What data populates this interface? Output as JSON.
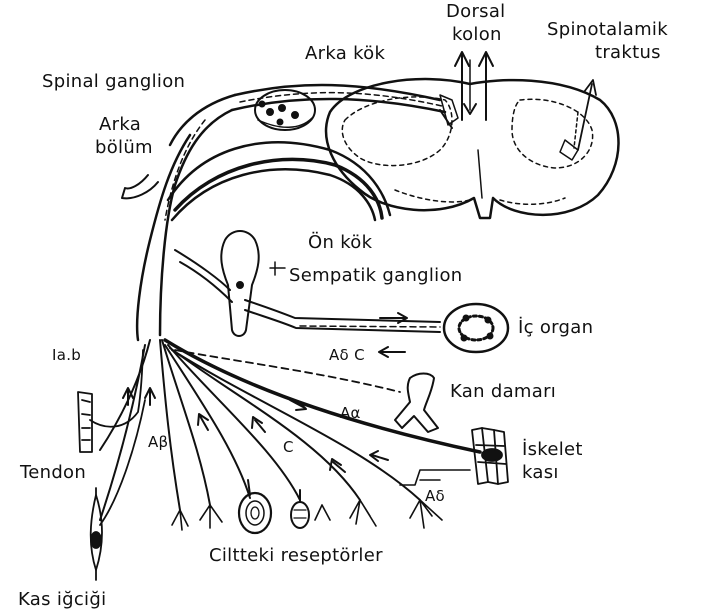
{
  "labels": {
    "dorsal_kolon_1": "Dorsal",
    "dorsal_kolon_2": "kolon",
    "spinotalamik_1": "Spinotalamik",
    "spinotalamik_2": "traktus",
    "arka_kok": "Arka kök",
    "spinal_ganglion": "Spinal ganglion",
    "arka_bolum_1": "Arka",
    "arka_bolum_2": "bölüm",
    "on_kok": "Ön kök",
    "sempatik_ganglion": "Sempatik ganglion",
    "ic_organ": "İç organ",
    "a_delta_c": "Aδ C",
    "kan_damari": "Kan damarı",
    "ia_b": "Ia.b",
    "a_alpha": "Aα",
    "a_beta": "Aβ",
    "c_fiber": "C",
    "tendon": "Tendon",
    "iskelet_1": "İskelet",
    "iskelet_2": "kası",
    "a_delta": "Aδ",
    "ciltteki": "Ciltteki reseptörler",
    "kas_igcigi": "Kas iğciği"
  },
  "colors": {
    "ink": "#111111",
    "background": "#ffffff"
  }
}
